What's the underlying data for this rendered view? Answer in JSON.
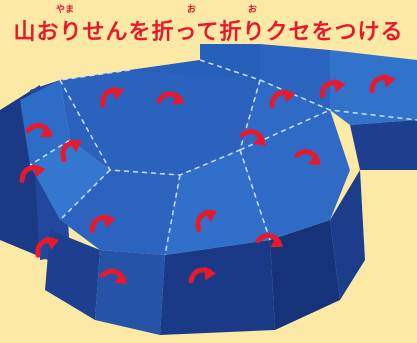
{
  "title": {
    "text": "山おりせんを折って折りクセをつける",
    "ruby_yama": "やま",
    "ruby_o1": "お",
    "ruby_o2": "お"
  },
  "colors": {
    "background": "#fde9a6",
    "title_red": "#e8192c",
    "face_light": "#2c69c2",
    "face_dark": "#1e3f8f",
    "arrow_red": "#e8192c"
  },
  "icons": [
    "curved-arrow-icon"
  ]
}
